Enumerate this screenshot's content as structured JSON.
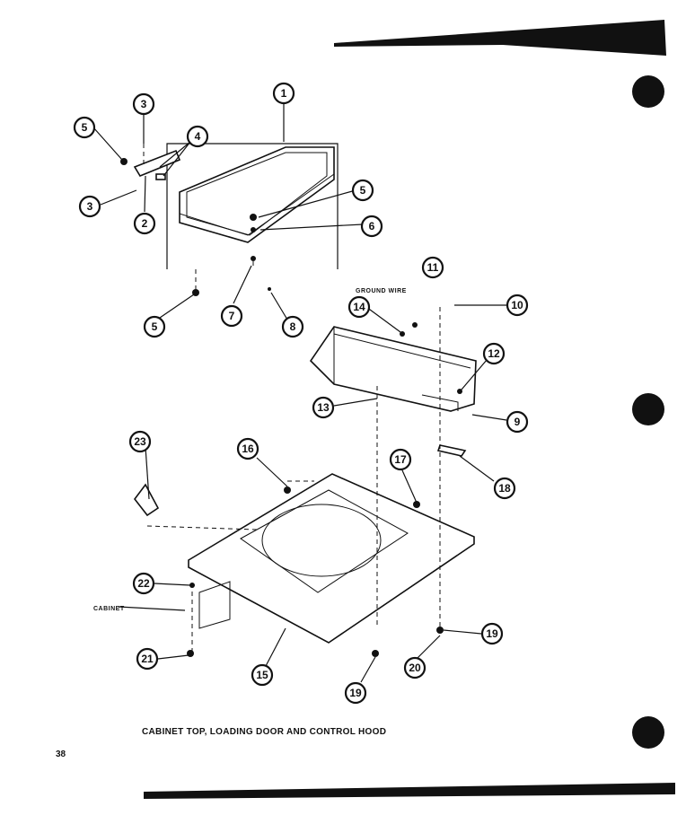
{
  "caption": "CABINET TOP, LOADING DOOR AND CONTROL HOOD",
  "page_number": "38",
  "labels": {
    "ground_wire": "GROUND WIRE",
    "cabinet": "CABINET"
  },
  "callouts": [
    "1",
    "2",
    "3",
    "3",
    "4",
    "5",
    "5",
    "5",
    "6",
    "7",
    "8",
    "9",
    "10",
    "11",
    "12",
    "13",
    "14",
    "15",
    "16",
    "17",
    "18",
    "19",
    "19",
    "20",
    "21",
    "22",
    "23"
  ]
}
